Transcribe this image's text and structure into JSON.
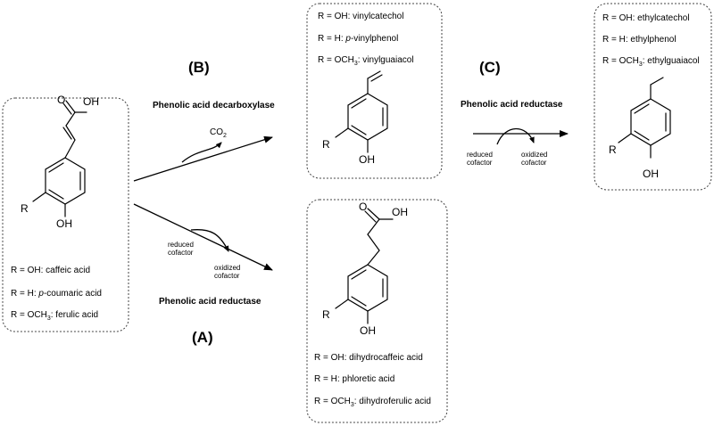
{
  "steps": {
    "a": "(A)",
    "b": "(B)",
    "c": "(C)"
  },
  "enzymes": {
    "decarboxylase": "Phenolic acid decarboxylase",
    "reductase_a": "Phenolic acid reductase",
    "reductase_c": "Phenolic acid reductase"
  },
  "cofactors": {
    "co2_main": "CO",
    "co2_sub": "2",
    "reduced_1": "reduced",
    "reduced_2": "cofactor",
    "oxidized_1": "oxidized",
    "oxidized_2": "cofactor"
  },
  "atoms": {
    "oh": "OH",
    "o": "O",
    "r": "R"
  },
  "substrates": {
    "line1": "R = OH: caffeic acid",
    "line2_prefix": "R = H: ",
    "line2_italic": "p",
    "line2_suffix": "-coumaric acid",
    "line3_prefix": "R = OCH",
    "line3_sub": "3",
    "line3_suffix": ": ferulic acid"
  },
  "vinyl_products": {
    "line1": "R = OH: vinylcatechol",
    "line2_prefix": "R = H: ",
    "line2_italic": "p",
    "line2_suffix": "-vinylphenol",
    "line3_prefix": "R = OCH",
    "line3_sub": "3",
    "line3_suffix": ": vinylguaiacol"
  },
  "dihydro_products": {
    "line1": "R = OH: dihydrocaffeic acid",
    "line2": "R = H: phloretic acid",
    "line3_prefix": "R = OCH",
    "line3_sub": "3",
    "line3_suffix": ": dihydroferulic  acid"
  },
  "ethyl_products": {
    "line1": "R = OH: ethylcatechol",
    "line2": "R = H: ethylphenol",
    "line3_prefix": "R = OCH",
    "line3_sub": "3",
    "line3_suffix": ": ethylguaiacol"
  }
}
